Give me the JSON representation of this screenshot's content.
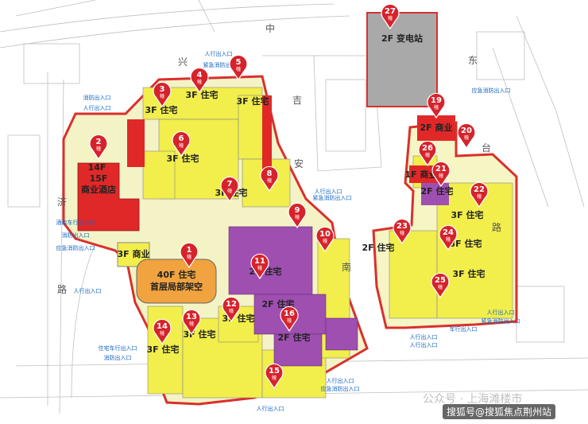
{
  "colors": {
    "residential": "#f2ee4b",
    "commercial": "#e12828",
    "office": "#f0a33e",
    "purple": "#9e4fb0",
    "substation": "#a9a9a9",
    "boundary": "#d9302c",
    "pin": "#d6232b",
    "entrance": "#1565c0"
  },
  "roads": [
    "中",
    "兴",
    "吉",
    "安",
    "东",
    "台",
    "路",
    "济",
    "南",
    "路"
  ],
  "pins": [
    "27",
    "5",
    "4",
    "3",
    "6",
    "2",
    "7",
    "8",
    "9",
    "10",
    "1",
    "11",
    "12",
    "13",
    "14",
    "16",
    "15",
    "19",
    "20",
    "26",
    "21",
    "22",
    "23",
    "24",
    "25"
  ],
  "pin_unit": "幢",
  "blocks": {
    "substation": "2F 变电站",
    "b4": "3F 住宅",
    "b5": "3F 住宅",
    "b6": "3F 住宅",
    "b7": "3F 住宅",
    "b8": "3F 住宅",
    "b2_a": "14F",
    "b2_b": "15F",
    "b2_c": "商业酒店",
    "b3f_com": "3F 商业",
    "b1_a": "40F 住宅",
    "b1_b": "首层局部架空",
    "b11": "2F 住宅",
    "b2f_mid": "2F 住宅",
    "b12": "3F 住宅",
    "b13": "3F 住宅",
    "b14": "3F 住宅",
    "b2f_16": "2F 住宅",
    "b19": "2F 商业",
    "b21": "1F 商业",
    "b21r": "2F 住宅",
    "b22": "3F 住宅",
    "b23": "2F 住宅",
    "b24": "3F 住宅",
    "b25": "3F 住宅"
  },
  "entrances": {
    "e1": "人行出入口",
    "e2": "紧急消防出入口",
    "e3": "消防出入口",
    "e4": "人行出入口",
    "e5": "酒店车行出入口",
    "e6": "消防出入口",
    "e7": "应急消防出入口",
    "e8": "人行出入口",
    "e9": "住宅车行出入口",
    "e10": "消防出入口",
    "e11": "人行出入口",
    "e12": "人行出入口",
    "e13": "应急消防出入口",
    "e14": "人行出入口",
    "e15": "紧急消防出入口",
    "e16": "应急消防出入口",
    "e17": "人行出入口",
    "e18": "车行出入口",
    "e19": "人行出入口",
    "e20": "紧急消防出入口",
    "e21": "人行出入口"
  },
  "watermark": {
    "line1": "公众号 · 上海滩楼市",
    "line2": "搜狐号@搜狐焦点荆州站"
  }
}
